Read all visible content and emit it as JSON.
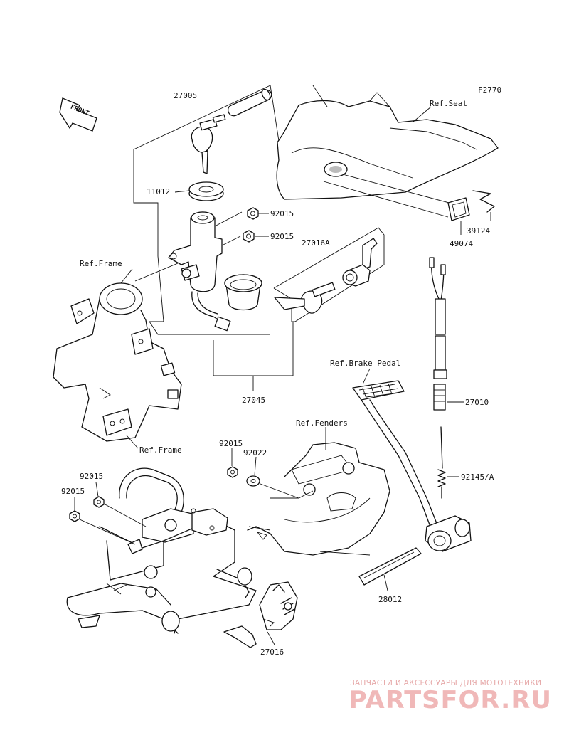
{
  "diagram_code": "F2770",
  "front_label": "FRONT",
  "labels": {
    "p27005": "27005",
    "p11012": "11012",
    "p92015_a": "92015",
    "p92015_b": "92015",
    "p27016A": "27016A",
    "p27045": "27045",
    "p39124": "39124",
    "p49074": "49074",
    "p27010": "27010",
    "p92145A": "92145/A",
    "p28012": "28012",
    "p27016": "27016",
    "p92015_c": "92015",
    "p92022": "92022",
    "p92015_d": "92015",
    "p92015_e": "92015",
    "ref_seat": "Ref.Seat",
    "ref_frame_top": "Ref.Frame",
    "ref_frame_bottom": "Ref.Frame",
    "ref_brake_pedal": "Ref.Brake Pedal",
    "ref_fenders": "Ref.Fenders"
  },
  "watermark": {
    "tagline": "ЗАПЧАСТИ И АКСЕССУАРЫ ДЛЯ МОТОТЕХНИКИ",
    "logo": "PARTSFOR.RU",
    "color": "#f0b8b8"
  }
}
